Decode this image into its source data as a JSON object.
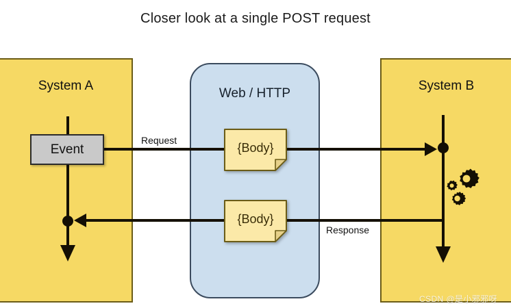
{
  "title": "Closer look at a single POST request",
  "panels": {
    "system_a": {
      "label": "System A",
      "color": "#f6d964",
      "border_color": "#6b5c17"
    },
    "web": {
      "label": "Web / HTTP",
      "color": "#ccdeee",
      "border_color": "#3b4b5e"
    },
    "system_b": {
      "label": "System B",
      "color": "#f6d964",
      "border_color": "#6b5c17"
    }
  },
  "nodes": {
    "event": {
      "label": "Event",
      "color": "#c9c9c9"
    },
    "body_request": {
      "label": "{Body}",
      "color": "#fbe9a8"
    },
    "body_response": {
      "label": "{Body}",
      "color": "#fbe9a8"
    }
  },
  "edges": {
    "request": {
      "label": "Request"
    },
    "response": {
      "label": "Response"
    }
  },
  "icons": {
    "gears": "gears-icon"
  },
  "watermark": "CSDN @是小邪邪呀"
}
